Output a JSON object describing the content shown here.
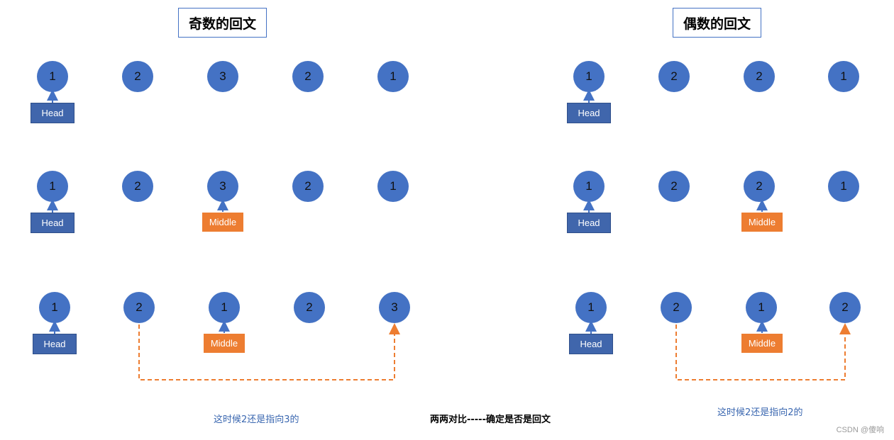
{
  "titles": {
    "odd": "奇数的回文",
    "even": "偶数的回文"
  },
  "labels": {
    "head": "Head",
    "middle": "Middle"
  },
  "odd": {
    "row1": [
      "1",
      "2",
      "3",
      "2",
      "1"
    ],
    "row2": [
      "1",
      "2",
      "3",
      "2",
      "1"
    ],
    "row3": [
      "1",
      "2",
      "1",
      "2",
      "3"
    ],
    "caption": "这时候2还是指向3的"
  },
  "even": {
    "row1": [
      "1",
      "2",
      "2",
      "1"
    ],
    "row2": [
      "1",
      "2",
      "2",
      "1"
    ],
    "row3": [
      "1",
      "2",
      "1",
      "2"
    ],
    "caption": "这时候2还是指向2的"
  },
  "center_caption": "两两对比-----确定是否是回文",
  "watermark": "CSDN @傻响",
  "colors": {
    "node": "#4472c4",
    "head": "#4066ac",
    "middle": "#ed7d31",
    "dashed": "#ed7d31"
  }
}
